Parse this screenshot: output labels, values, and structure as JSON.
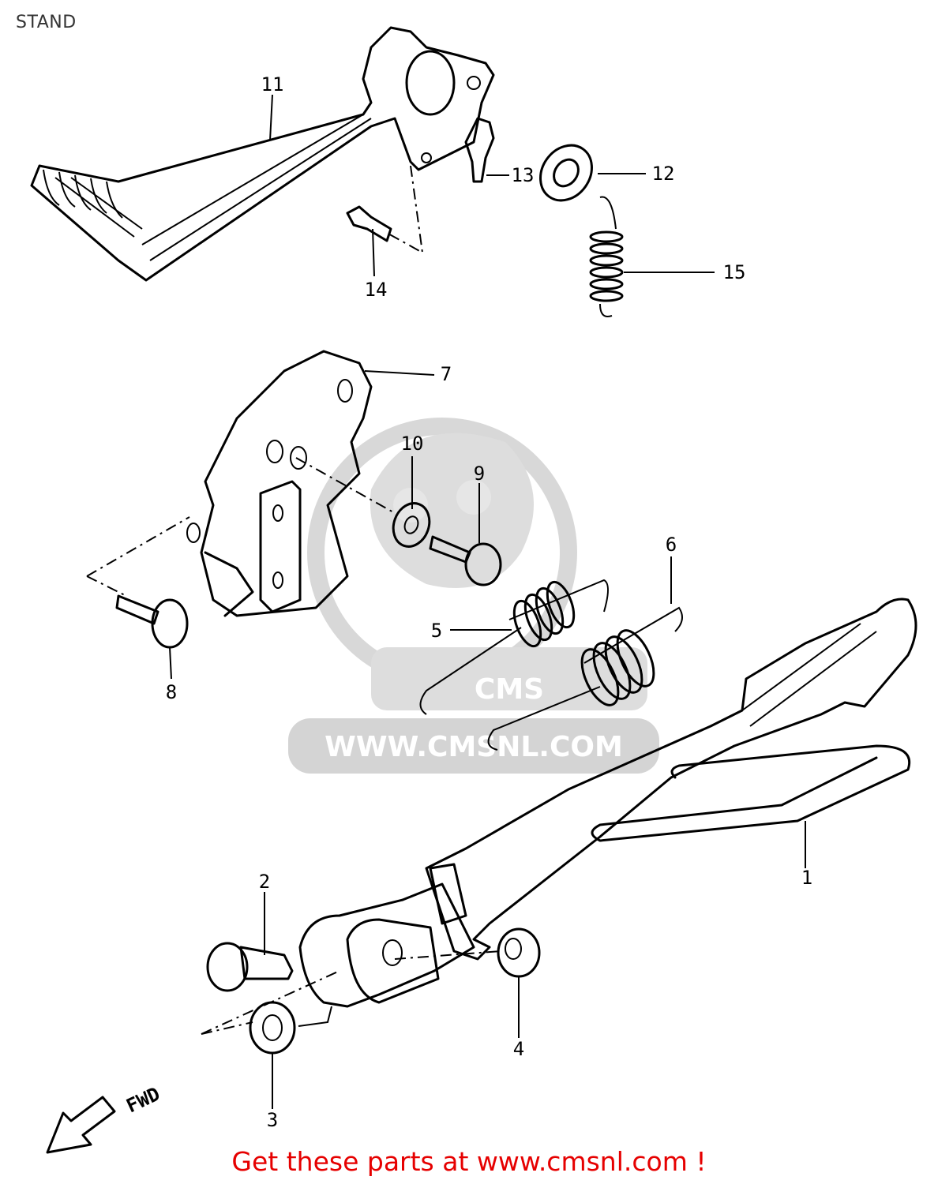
{
  "title": "STAND",
  "watermark": {
    "url_text": "WWW.CMSNL.COM",
    "logo_text": "CMS",
    "color": "#cfcfcf"
  },
  "direction_label": "FWD",
  "parts": [
    {
      "ref": "1"
    },
    {
      "ref": "2"
    },
    {
      "ref": "3"
    },
    {
      "ref": "4"
    },
    {
      "ref": "5"
    },
    {
      "ref": "6"
    },
    {
      "ref": "7"
    },
    {
      "ref": "8"
    },
    {
      "ref": "9"
    },
    {
      "ref": "10"
    },
    {
      "ref": "11"
    },
    {
      "ref": "12"
    },
    {
      "ref": "13"
    },
    {
      "ref": "14"
    },
    {
      "ref": "15"
    }
  ],
  "footer": {
    "text": "Get these parts at www.cmsnl.com !",
    "color": "#e60000"
  }
}
